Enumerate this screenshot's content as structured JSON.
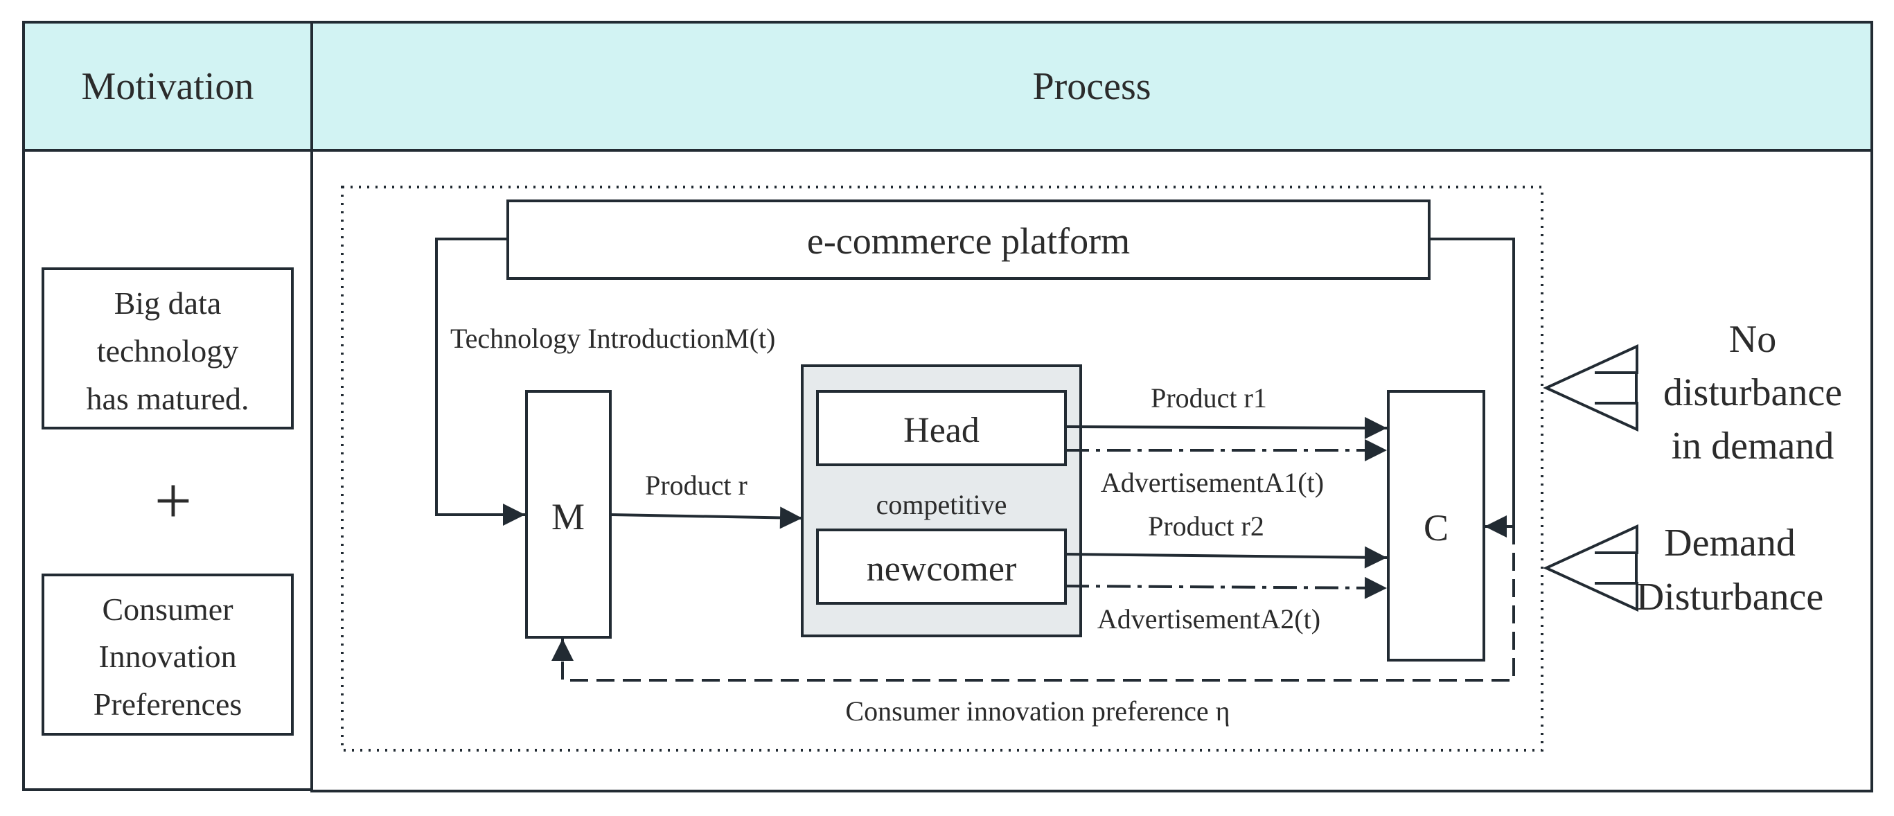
{
  "header": {
    "motivation_label": "Motivation",
    "process_label": "Process"
  },
  "motivation": {
    "box1": [
      "Big data",
      "technology",
      "has matured."
    ],
    "plus": "+",
    "box2": [
      "Consumer",
      "Innovation",
      "Preferences"
    ]
  },
  "process": {
    "platform": "e-commerce platform",
    "tech_intro": "Technology IntroductionM(t)",
    "m_node": "M",
    "product_r": "Product r",
    "head": "Head",
    "competitive": "competitive",
    "newcomer": "newcomer",
    "product_r1": "Product r1",
    "ad_a1": "AdvertisementA1(t)",
    "product_r2": "Product r2",
    "ad_a2": "AdvertisementA2(t)",
    "c_node": "C",
    "consumer_pref": "Consumer innovation preference η"
  },
  "side": {
    "no_disturbance": [
      "No",
      "disturbance",
      "in demand"
    ],
    "demand_disturbance": [
      "Demand",
      "Disturbance"
    ]
  },
  "colors": {
    "header_fill": "#d2f3f3",
    "group_fill": "#e6eaec",
    "line": "#222b33"
  }
}
